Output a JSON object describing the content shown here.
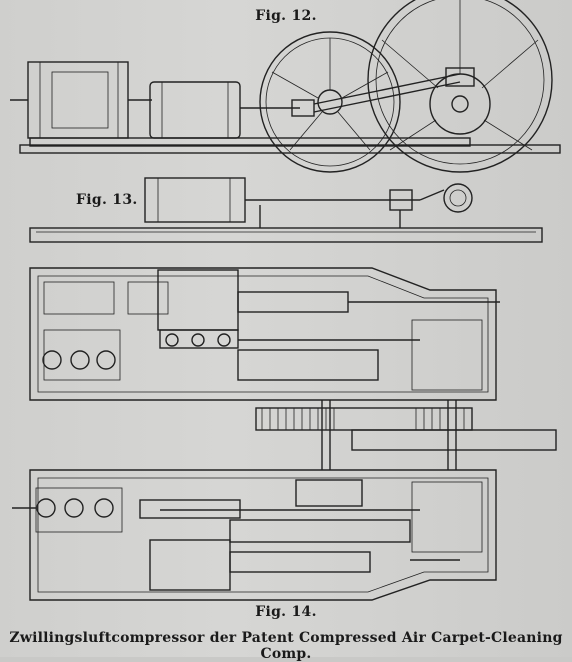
{
  "figures": {
    "fig12": "Fig. 12.",
    "fig13": "Fig. 13.",
    "fig14": "Fig. 14."
  },
  "caption": "Zwillingsluftcompressor der Patent Compressed Air Carpet-Cleaning Comp."
}
